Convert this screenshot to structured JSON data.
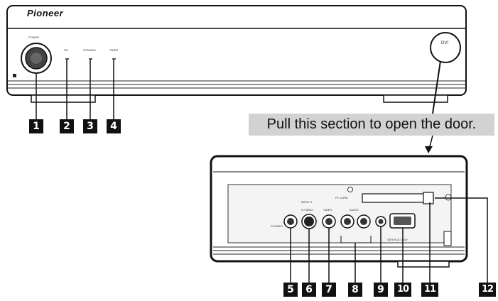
{
  "unit": {
    "brand": "Pioneer",
    "panel_labels": {
      "power": "POWER",
      "on": "ON",
      "standby": "STANDBY",
      "timer": "TIMER",
      "dvi": "DVI",
      "phones": "PHONES",
      "input_label": "INPUT 4",
      "svideo": "S-VIDEO",
      "video": "VIDEO",
      "audio": "AUDIO",
      "pc_card": "PC CARD",
      "service": "SERVICE ONLY"
    }
  },
  "caption": "Pull this section to open the door.",
  "callouts": {
    "c1": "1",
    "c2": "2",
    "c3": "3",
    "c4": "4",
    "c5": "5",
    "c6": "6",
    "c7": "7",
    "c8": "8",
    "c9": "9",
    "c10": "10",
    "c11": "11",
    "c12": "12"
  }
}
